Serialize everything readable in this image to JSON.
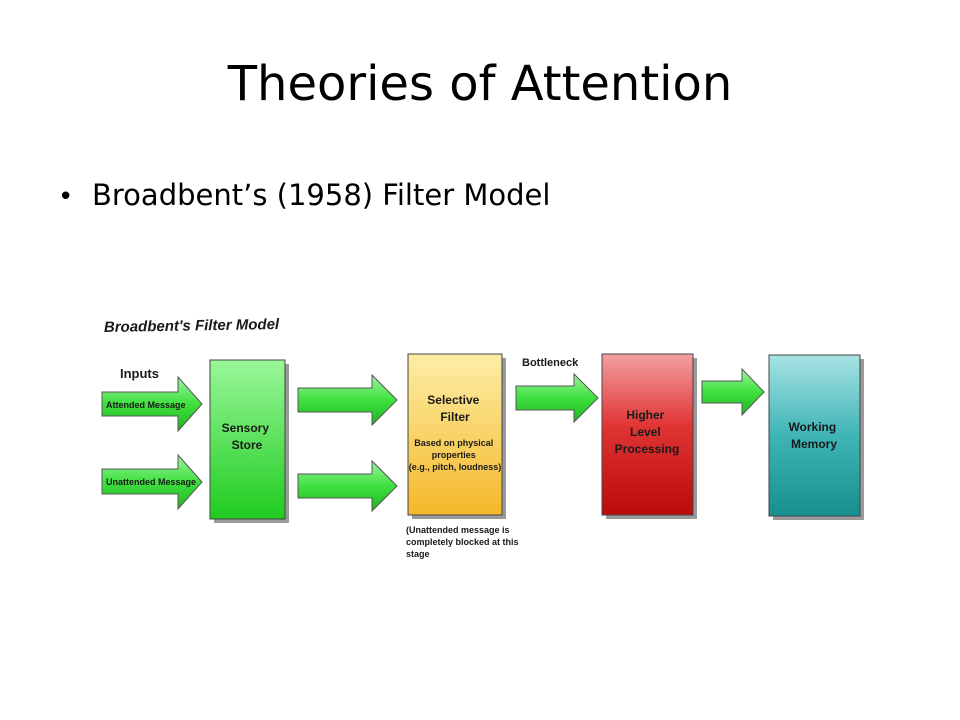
{
  "slide": {
    "title": "Theories of Attention",
    "bullet": "Broadbent’s (1958) Filter Model"
  },
  "diagram": {
    "heading": "Broadbent's Filter Model",
    "inputs_label": "Inputs",
    "attended_message": "Attended Message",
    "unattended_message": "Unattended Message",
    "sensory_store": [
      "Sensory",
      "Store"
    ],
    "selective_filter": [
      "Selective",
      "Filter"
    ],
    "filter_detail": [
      "Based on physical",
      "properties",
      "(e.g., pitch, loudness)"
    ],
    "filter_note": [
      "(Unattended message is",
      "completely blocked at this",
      "stage"
    ],
    "bottleneck_label": "Bottleneck",
    "higher_processing": [
      "Higher",
      "Level",
      "Processing"
    ],
    "working_memory": [
      "Working",
      "Memory"
    ]
  },
  "colors": {
    "arrow_green": "#33dd33",
    "sensory_green": "#22cc22",
    "filter_yellow": "#f7c233",
    "processing_red": "#cc1111",
    "memory_teal": "#1a9a9c"
  }
}
